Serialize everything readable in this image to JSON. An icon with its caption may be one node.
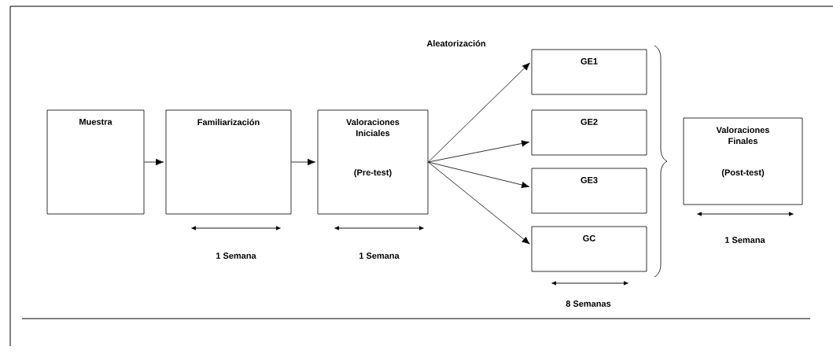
{
  "diagram": {
    "nodes": [
      {
        "text": [
          "Muestra"
        ]
      },
      {
        "text": [
          "Familiarización"
        ]
      },
      {
        "text": [
          "Valoraciones Iniciales",
          "(Pre-test)"
        ]
      },
      {
        "text": [
          "GE1"
        ]
      },
      {
        "text": [
          "GE2"
        ]
      },
      {
        "text": [
          "GE3"
        ]
      },
      {
        "text": [
          "GC"
        ]
      },
      {
        "text": [
          "Valoraciones Finales",
          "(Post-test)"
        ]
      }
    ],
    "edges": [
      {
        "from": 0,
        "to": 1,
        "arrow": "to"
      },
      {
        "from": 1,
        "to": 2,
        "arrow": "to"
      },
      {
        "from": 2,
        "to": 3,
        "arrow": "to"
      },
      {
        "from": 2,
        "to": 4,
        "arrow": "to"
      },
      {
        "from": 2,
        "to": 5,
        "arrow": "to"
      },
      {
        "from": 2,
        "to": 6,
        "arrow": "to"
      }
    ],
    "labels": [
      "Aleatorización",
      "1 Semana",
      "1 Semana",
      "8 Semanas",
      "1 Semana"
    ]
  }
}
